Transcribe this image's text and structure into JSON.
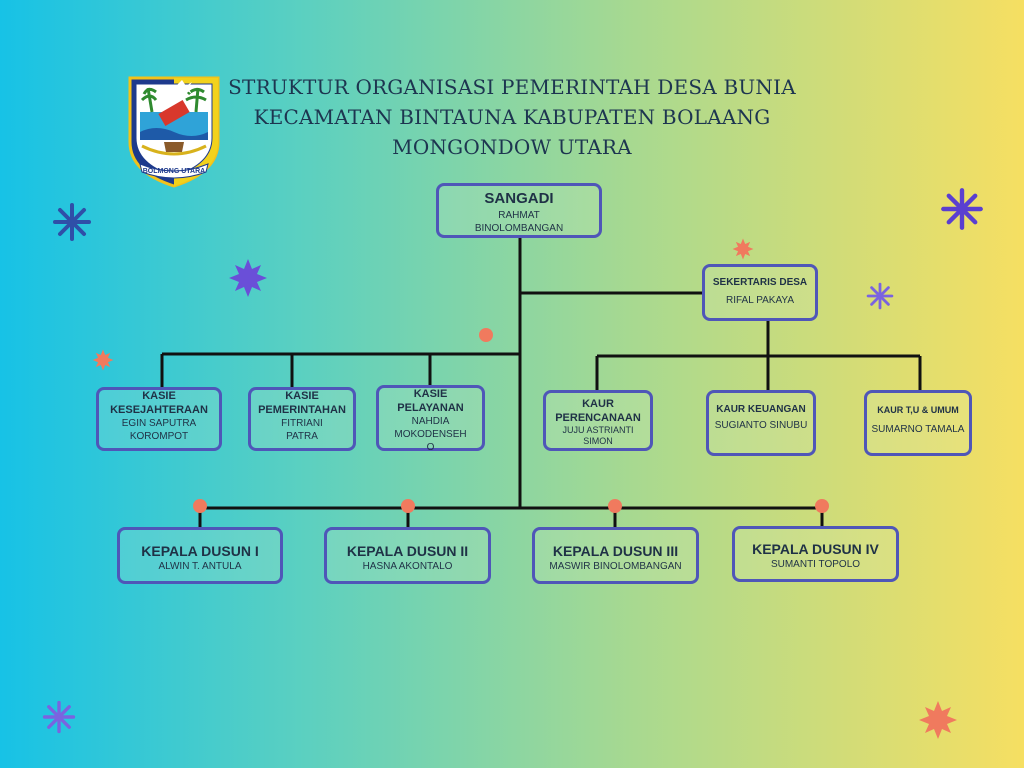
{
  "title": {
    "line1": "STRUKTUR ORGANISASI PEMERINTAH DESA BUNIA",
    "line2": "KECAMATAN BINTAUNA KABUPATEN BOLAANG",
    "line3": "MONGONDOW UTARA"
  },
  "emblem": {
    "caption": "BOLMONG UTARA"
  },
  "colors": {
    "box_border": "#4f56b8",
    "lines": "#111111",
    "dot": "#f07a5e",
    "star_dark": "#2f4fa8",
    "star_purple": "#6a4fd8",
    "star_orange": "#f07a5e"
  },
  "sangadi": {
    "title": "SANGADI",
    "name_line1": "RAHMAT",
    "name_line2": "BINOLOMBANGAN"
  },
  "sekretaris": {
    "title": "SEKERTARIS DESA",
    "name": "RIFAL PAKAYA"
  },
  "kasie": [
    {
      "title_line1": "KASIE",
      "title_line2": "KESEJAHTERAAN",
      "name_line1": "EGIN SAPUTRA",
      "name_line2": "KOROMPOT"
    },
    {
      "title_line1": "KASIE",
      "title_line2": "PEMERINTAHAN",
      "name_line1": "FITRIANI",
      "name_line2": "PATRA"
    },
    {
      "title_line1": "KASIE",
      "title_line2": "PELAYANAN",
      "name_line1": "NAHDIA",
      "name_line2": "MOKODENSEH",
      "name_line3": "O"
    }
  ],
  "kaur": [
    {
      "title_line1": "KAUR",
      "title_line2": "PERENCANAAN",
      "name_line1": "JUJU ASTRIANTI",
      "name_line2": "SIMON"
    },
    {
      "title": "KAUR KEUANGAN",
      "name": "SUGIANTO SINUBU"
    },
    {
      "title": "KAUR T,U & UMUM",
      "name": "SUMARNO TAMALA"
    }
  ],
  "dusun": [
    {
      "title": "KEPALA DUSUN I",
      "name": "ALWIN T. ANTULA"
    },
    {
      "title": "KEPALA DUSUN II",
      "name": "HASNA AKONTALO"
    },
    {
      "title": "KEPALA DUSUN III",
      "name": "MASWIR BINOLOMBANGAN"
    },
    {
      "title": "KEPALA DUSUN IV",
      "name": "SUMANTI TOPOLO"
    }
  ]
}
